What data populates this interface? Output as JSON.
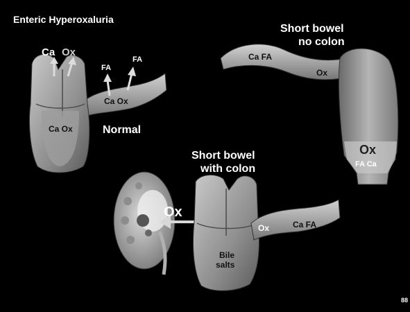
{
  "title": "Enteric Hyperoxaluria",
  "panels": {
    "normal": {
      "label": "Normal",
      "lumen_top_ca": "Ca",
      "lumen_top_ox": "Ox",
      "fa_left": "FA",
      "fa_right": "FA",
      "tube_label": "Ca Ox",
      "body_label": "Ca Ox"
    },
    "no_colon": {
      "title_line1": "Short bowel",
      "title_line2": "no colon",
      "tube_ca_fa": "Ca FA",
      "tube_ox": "Ox",
      "pouch_ox": "Ox",
      "pouch_fa_ca": "FA Ca"
    },
    "with_colon": {
      "title_line1": "Short bowel",
      "title_line2": "with colon",
      "arrow_ox": "Ox",
      "tube_ox": "Ox",
      "tube_ca_fa": "Ca FA",
      "bile_line1": "Bile",
      "bile_line2": "salts"
    }
  },
  "corner_mark": "88",
  "colors": {
    "background": "#000000",
    "organ": "#9a9a9a",
    "organ_light": "#c8c8c8",
    "organ_dark": "#555555",
    "text": "#ffffff",
    "text_dark": "#111111"
  }
}
